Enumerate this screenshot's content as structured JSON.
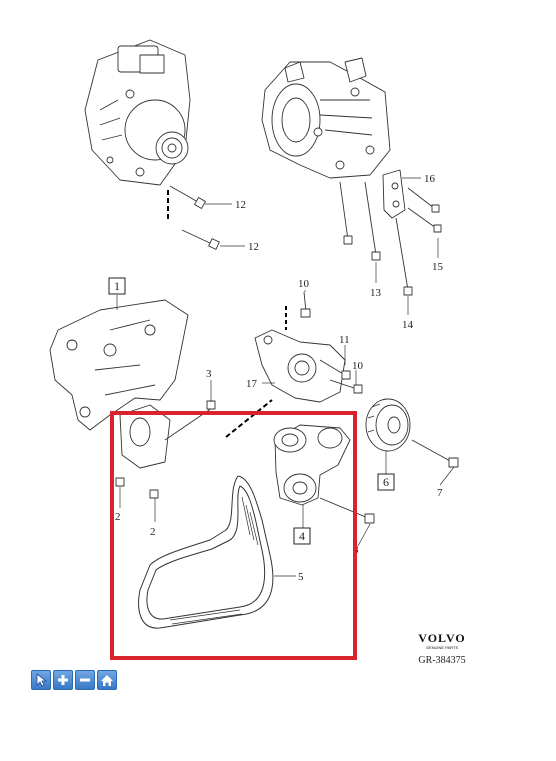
{
  "callouts": {
    "c12a": "12",
    "c12b": "12",
    "c16": "16",
    "c15": "15",
    "c13": "13",
    "c14": "14",
    "c10a": "10",
    "c11": "11",
    "c10b": "10",
    "c17": "17",
    "c3": "3",
    "c2a": "2",
    "c2b": "2",
    "c8": "8",
    "c7": "7",
    "c5": "5"
  },
  "boxed_callouts": {
    "b1": "1",
    "b4": "4",
    "b6": "6"
  },
  "brand": {
    "name": "VOLVO",
    "sub": "GENUINE PARTS",
    "ref": "GR-384375"
  },
  "highlight": {
    "color": "#d9232e"
  },
  "toolbar": {
    "buttons": [
      {
        "icon": "select-arrow-icon"
      },
      {
        "icon": "zoom-in-icon"
      },
      {
        "icon": "zoom-out-icon"
      },
      {
        "icon": "home-icon"
      }
    ]
  }
}
